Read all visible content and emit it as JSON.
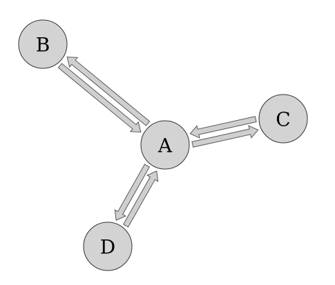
{
  "colors": {
    "node_fill": "#d3d3d3",
    "arrow_fill": "#cfcfcf"
  },
  "nodes": [
    {
      "id": "A",
      "label": "A"
    },
    {
      "id": "B",
      "label": "B"
    },
    {
      "id": "C",
      "label": "C"
    },
    {
      "id": "D",
      "label": "D"
    }
  ],
  "edges": [
    {
      "from": "A",
      "to": "B"
    },
    {
      "from": "B",
      "to": "A"
    },
    {
      "from": "A",
      "to": "C"
    },
    {
      "from": "C",
      "to": "A"
    },
    {
      "from": "D",
      "to": "A"
    },
    {
      "from": "A",
      "to": "D"
    }
  ]
}
